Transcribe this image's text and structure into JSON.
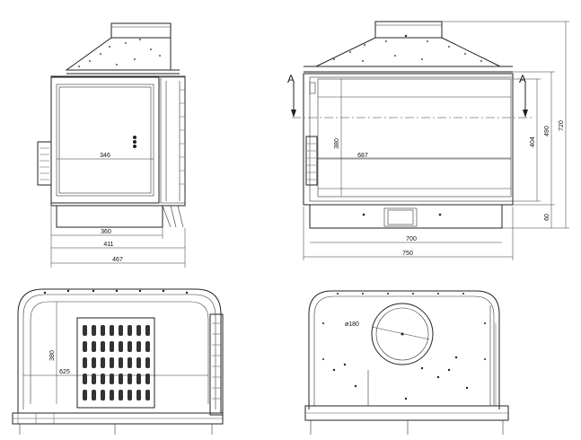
{
  "front_view": {
    "dims": {
      "glass_width": "346",
      "width_inner": "360",
      "width_mid": "411",
      "width_total": "467"
    }
  },
  "side_view": {
    "dims": {
      "glass_height": "380",
      "inner_width": "687",
      "width_700": "700",
      "width_750": "750",
      "height_404": "404",
      "height_490": "490",
      "height_720": "720",
      "base_60": "60"
    },
    "section_marks": {
      "left": "A",
      "right": "A"
    }
  },
  "plan_left": {
    "dims": {
      "depth": "380",
      "width": "625"
    }
  },
  "plan_right": {
    "dims": {
      "flue_diameter": "ø180"
    }
  },
  "colors": {
    "line": "#222222",
    "grate": "#333333"
  }
}
